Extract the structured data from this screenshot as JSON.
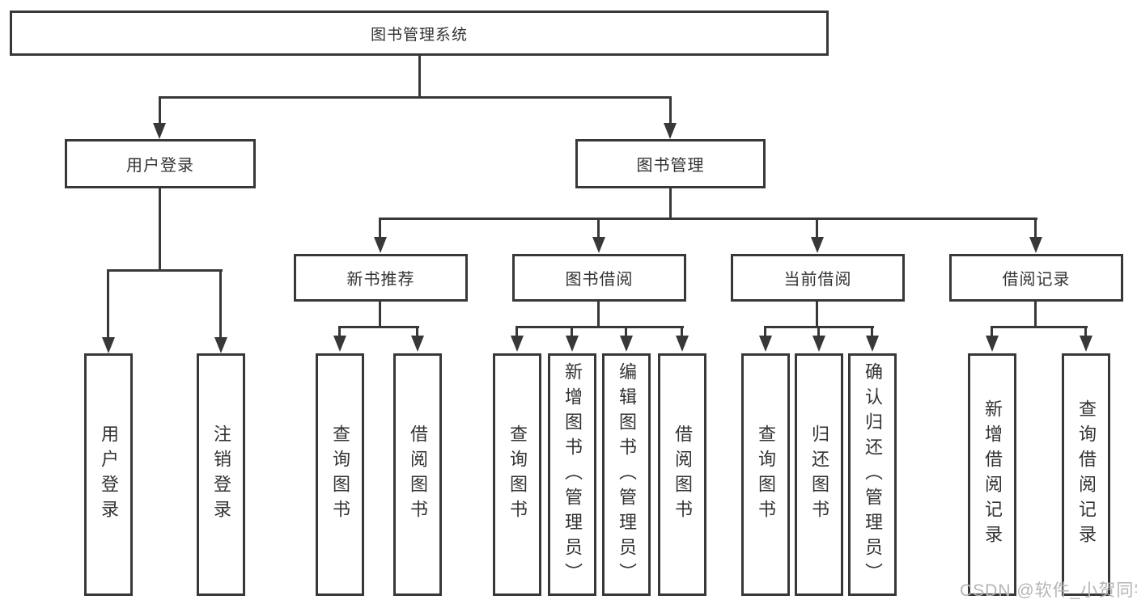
{
  "diagram": {
    "root": {
      "label": "图书管理系统"
    },
    "branches": [
      {
        "label": "用户登录",
        "children": [
          "用户登录",
          "注销登录"
        ]
      },
      {
        "label": "图书管理",
        "sections": [
          {
            "label": "新书推荐",
            "children": [
              "查询图书",
              "借阅图书"
            ]
          },
          {
            "label": "图书借阅",
            "children": [
              "查询图书",
              "新增图书（管理员）",
              "编辑图书（管理员）",
              "借阅图书"
            ]
          },
          {
            "label": "当前借阅",
            "children": [
              "查询图书",
              "归还图书",
              "确认归还（管理员）"
            ]
          },
          {
            "label": "借阅记录",
            "children": [
              "新增借阅记录",
              "查询借阅记录"
            ]
          }
        ]
      }
    ]
  },
  "watermark": "CSDN @软件_小贺同学",
  "colors": {
    "line": "#383838",
    "background": "#ffffff",
    "watermark": "#b5b5b5"
  }
}
